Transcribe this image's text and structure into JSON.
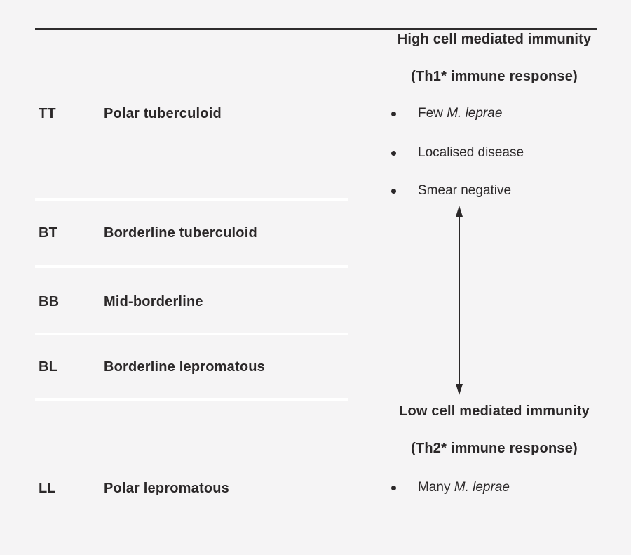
{
  "colors": {
    "background": "#f5f4f5",
    "text": "#2b2829",
    "top_rule": "#2e2c2d",
    "row_separator": "#ffffff"
  },
  "classification": {
    "rows": [
      {
        "code": "TT",
        "name": "Polar tuberculoid"
      },
      {
        "code": "BT",
        "name": "Borderline tuberculoid"
      },
      {
        "code": "BB",
        "name": "Mid-borderline"
      },
      {
        "code": "BL",
        "name": "Borderline lepromatous"
      },
      {
        "code": "LL",
        "name": "Polar lepromatous"
      }
    ]
  },
  "immunity": {
    "high_header": {
      "line1": "High cell mediated immunity",
      "line2": "(Th1* immune response)"
    },
    "high_bullets": [
      {
        "prefix": "Few ",
        "species": "M. leprae"
      },
      {
        "prefix": "Localised disease",
        "species": ""
      },
      {
        "prefix": "Smear negative",
        "species": ""
      }
    ],
    "low_header": {
      "line1": "Low cell mediated immunity",
      "line2": "(Th2* immune response)"
    },
    "low_bullets": [
      {
        "prefix": "Many ",
        "species": "M. leprae"
      }
    ],
    "arrow_icon": "vertical-double-headed-arrow"
  }
}
